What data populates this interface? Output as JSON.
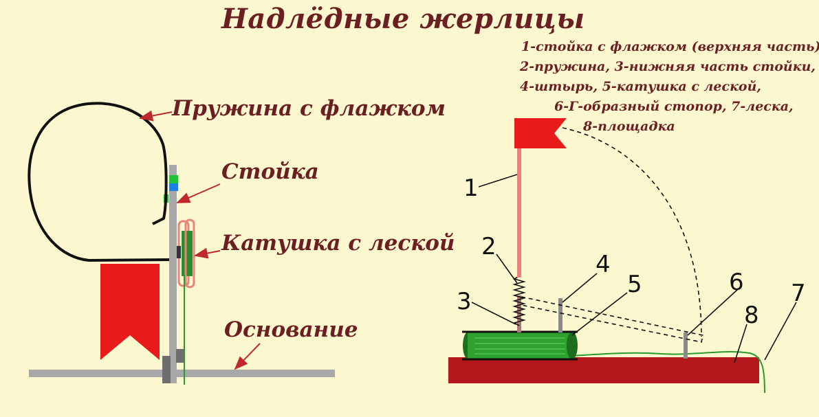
{
  "title": "Надлёдные жерлицы",
  "left_diagram": {
    "labels": {
      "spring": "Пружина с флажком",
      "post": "Стойка",
      "reel": "Катушка с леской",
      "base": "Основание"
    }
  },
  "right_diagram": {
    "legend": [
      "1-стойка с флажком (верхняя часть),",
      "2-пружина, 3-нижняя часть стойки,",
      "4-штырь, 5-катушка с леской,",
      "6-Г-образный стопор, 7-леска,",
      "8-площадка"
    ],
    "numbers": [
      "1",
      "2",
      "3",
      "4",
      "5",
      "6",
      "7",
      "8"
    ]
  },
  "colors": {
    "background": "#fbf7cf",
    "text": "#6b1f22",
    "arrow": "#c0282c",
    "flag": "#e81b1b",
    "platform": "#b3161b",
    "reel_line": "#2a9a2a",
    "metal": "#a5a5a5"
  }
}
